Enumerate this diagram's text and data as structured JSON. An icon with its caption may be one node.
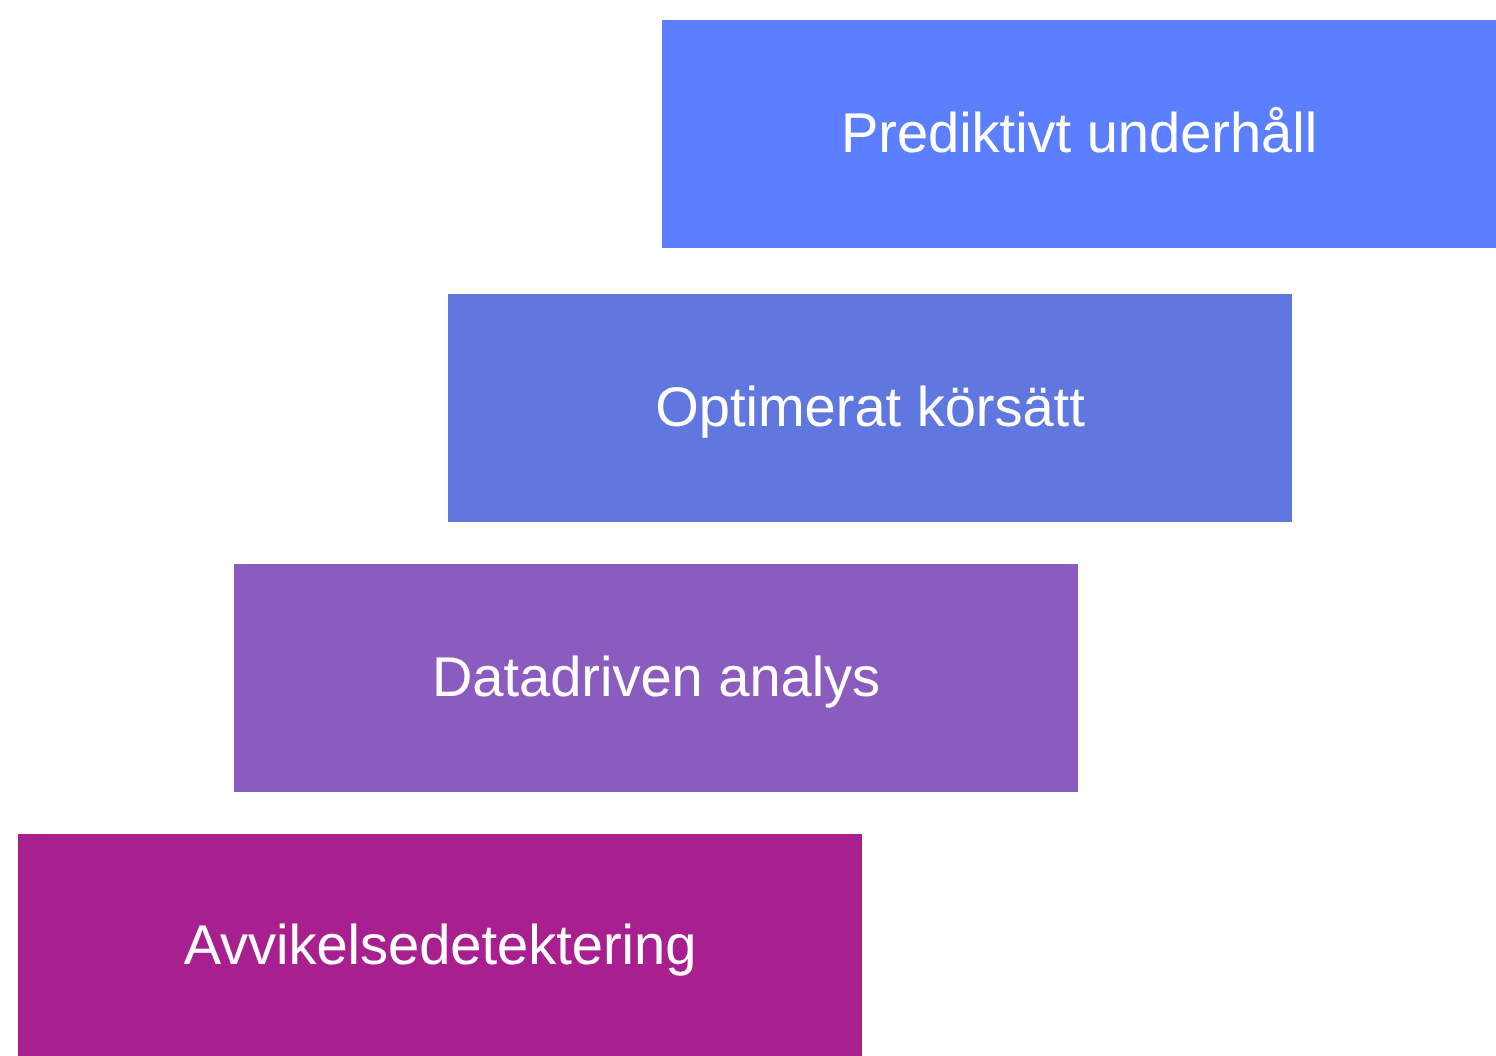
{
  "diagram": {
    "nodes": [
      {
        "text": [
          "Prediktivt underhåll"
        ]
      },
      {
        "text": [
          "Optimerat körsätt"
        ]
      },
      {
        "text": [
          "Datadriven analys"
        ]
      },
      {
        "text": [
          "Avvikelsedetektering"
        ]
      }
    ]
  }
}
